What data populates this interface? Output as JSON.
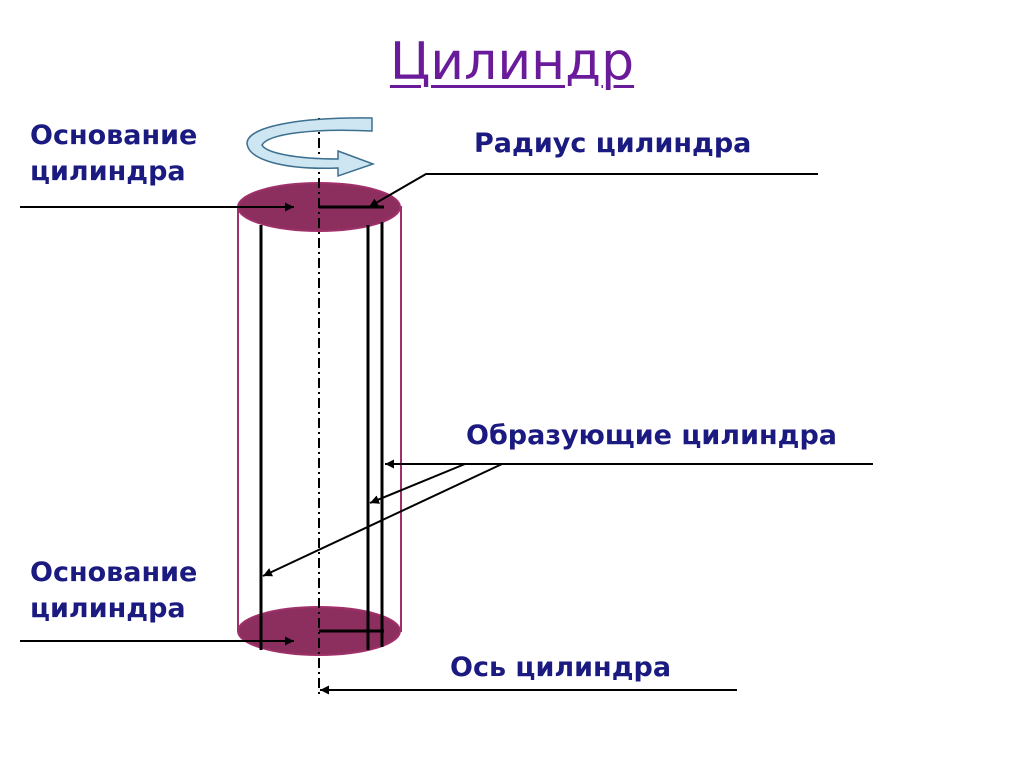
{
  "title": "Цилиндр",
  "labels": {
    "base_top": [
      "Основание",
      "цилиндра"
    ],
    "radius": "Радиус цилиндра",
    "generatrices": "Образующие цилиндра",
    "base_bottom": [
      "Основание",
      "цилиндра"
    ],
    "axis": "Ось цилиндра"
  },
  "colors": {
    "title": "#6a1b9a",
    "label": "#1a1a80",
    "base_fill": "#8c2f5f",
    "side_outline": "#a0306a",
    "line": "#000000",
    "arrow_fill": "#cde6f2",
    "arrow_stroke": "#3d6f8f"
  }
}
